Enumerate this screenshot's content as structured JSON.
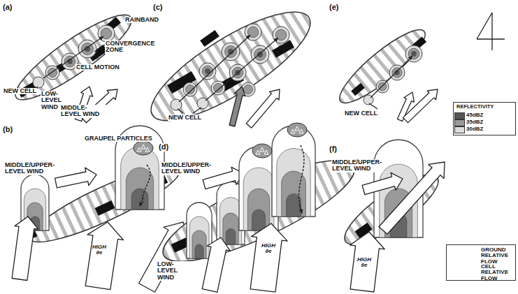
{
  "diagram": {
    "labels": [
      "(a)",
      "RAINBAND",
      "CONVERGENCE ZONE",
      "CELL MOTION",
      "NEW CELL",
      "LOW-LEVEL WIND",
      "MIDDLE-LEVEL WIND",
      "(b)",
      "GRAUPEL PARTICLES",
      "MIDDLE/UPPER-LEVEL WIND",
      "HIGH θe",
      "LOW-LEVEL WIND",
      "(c)",
      "NEW CELL",
      "(d)",
      "MIDDLE/UPPER-LEVEL WIND",
      "HIGH θe",
      "(e)",
      "NEW CELL",
      "(f)",
      "MIDDLE/UPPER-LEVEL WIND",
      "HIGH θe",
      "REFLECTIVITY"
    ],
    "legend": [
      {
        "text": "45dBZ",
        "color": "#555555"
      },
      {
        "text": "35dBZ",
        "color": "#999999"
      },
      {
        "text": "30dBZ",
        "color": "#dddddd"
      },
      {
        "text": "GROUND RELATIVE FLOW"
      },
      {
        "text": "CELL RELATIVE FLOW"
      }
    ]
  }
}
